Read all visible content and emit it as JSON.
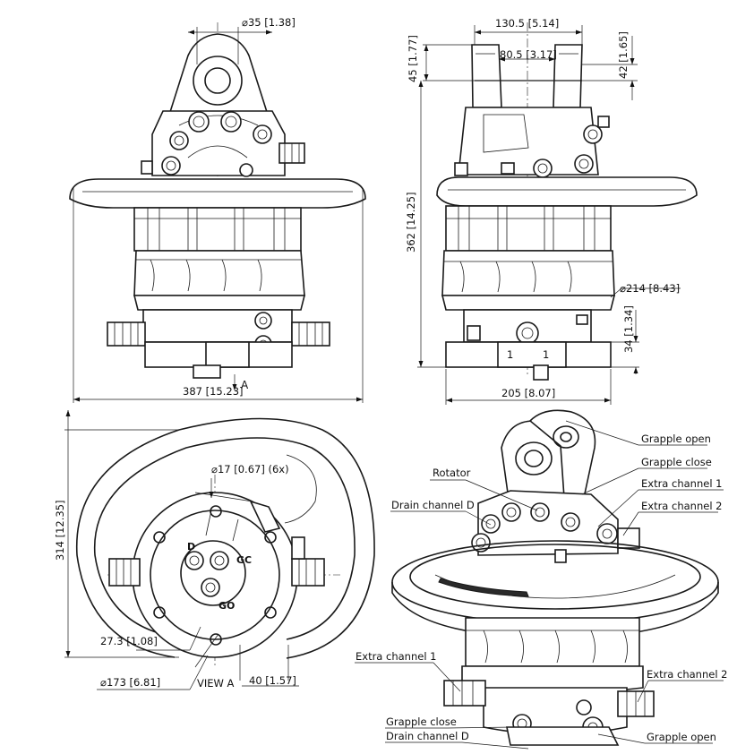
{
  "dimensions": {
    "pin_diameter": {
      "mm": "35",
      "inch": "1.38",
      "symbol": "⌀"
    },
    "top_width": {
      "mm": "130.5",
      "inch": "5.14"
    },
    "pin_gap": {
      "mm": "80.5",
      "inch": "3.17"
    },
    "top_offset_left": {
      "mm": "45",
      "inch": "1.77"
    },
    "top_offset_right": {
      "mm": "42",
      "inch": "1.65"
    },
    "overall_height": {
      "mm": "362",
      "inch": "14.25"
    },
    "body_diameter": {
      "mm": "214",
      "inch": "8.43",
      "symbol": "⌀"
    },
    "port_height": {
      "mm": "34",
      "inch": "1.34"
    },
    "base_width": {
      "mm": "205",
      "inch": "8.07"
    },
    "overall_width": {
      "mm": "387",
      "inch": "15.23"
    },
    "overall_depth": {
      "mm": "314",
      "inch": "12.35"
    },
    "bolt_hole": {
      "mm": "17",
      "inch": "0.67",
      "count": "(6x)",
      "symbol": "⌀"
    },
    "bolt_circle": {
      "mm": "173",
      "inch": "6.81",
      "symbol": "⌀"
    },
    "port_offset": {
      "mm": "27.3",
      "inch": "1.08"
    },
    "port_spacing": {
      "mm": "40",
      "inch": "1.57"
    }
  },
  "view_labels": {
    "arrow_a": "A",
    "view_a": "VIEW A"
  },
  "port_codes": {
    "d": "D",
    "gc": "GC",
    "go": "GO"
  },
  "iso_callouts": {
    "grapple_open_top": "Grapple open",
    "grapple_close_top": "Grapple close",
    "extra_channel_1_top": "Extra channel 1",
    "extra_channel_2_top": "Extra channel 2",
    "rotator": "Rotator",
    "drain_channel_d_top": "Drain channel D",
    "extra_channel_1_bottom": "Extra channel 1",
    "extra_channel_2_bottom": "Extra channel 2",
    "grapple_close_bottom": "Grapple close",
    "drain_channel_d_bottom": "Drain channel D",
    "grapple_open_bottom": "Grapple open"
  },
  "base_marks": {
    "left": "1",
    "right": "1"
  }
}
